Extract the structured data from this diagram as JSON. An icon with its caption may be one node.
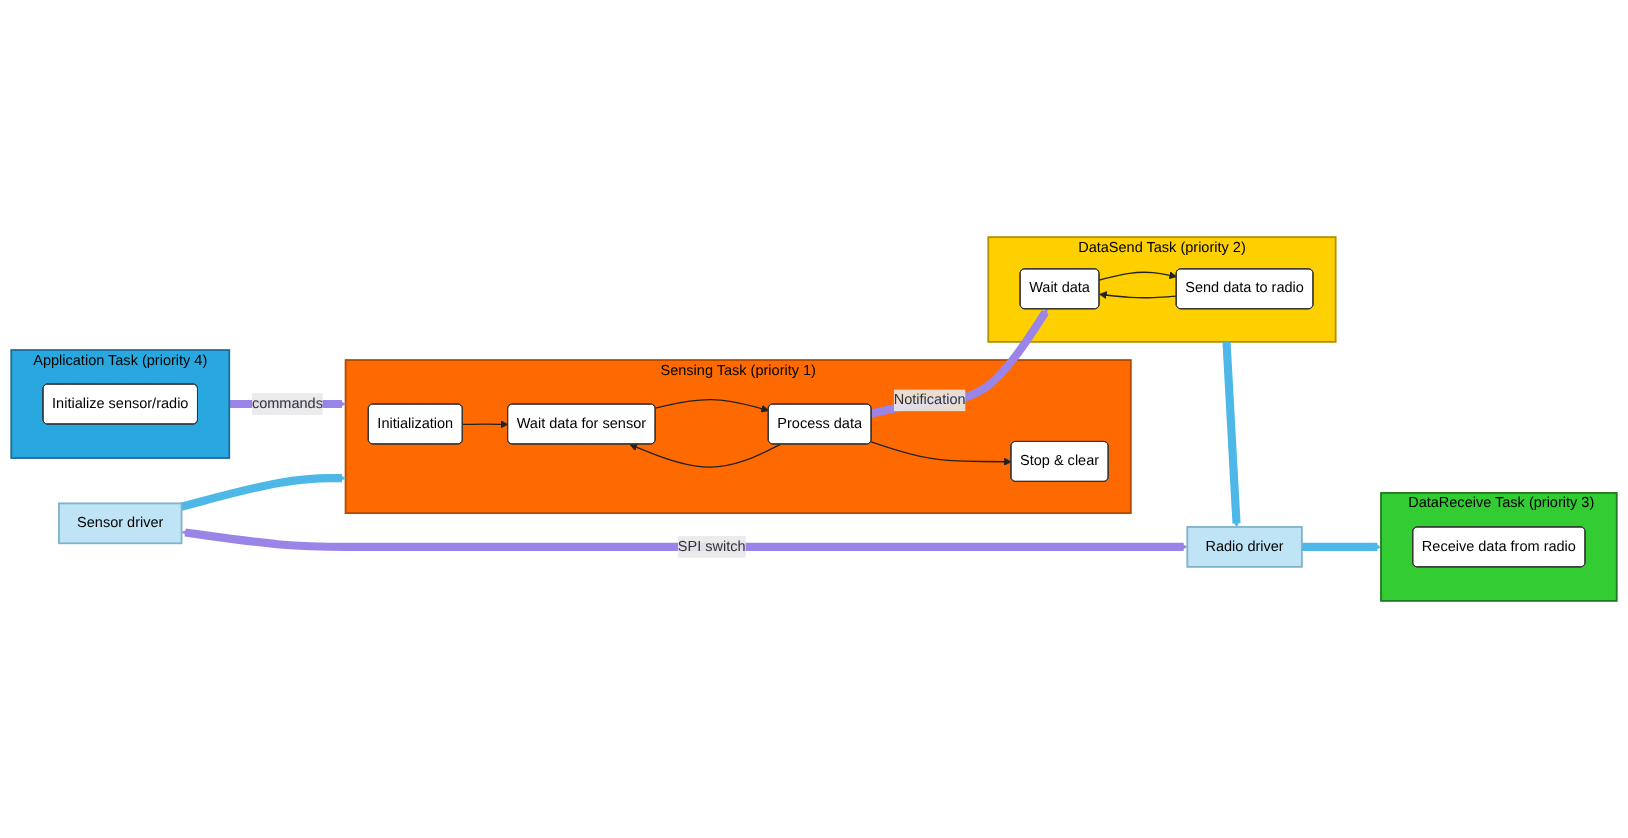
{
  "diagram": {
    "nodes": [
      {
        "text": [
          "Application Task (priority 4)"
        ]
      },
      {
        "text": [
          "Initialize sensor/radio"
        ],
        "in": 0
      },
      {
        "text": [
          "Sensing Task (priority 1)"
        ]
      },
      {
        "text": [
          "Initialization"
        ],
        "in": 2
      },
      {
        "text": [
          "Wait data for sensor"
        ],
        "in": 2
      },
      {
        "text": [
          "Process data"
        ],
        "in": 2
      },
      {
        "text": [
          "Stop & clear"
        ],
        "in": 2
      },
      {
        "text": [
          "DataSend Task (priority 2)"
        ]
      },
      {
        "text": [
          "Wait data"
        ],
        "in": 7
      },
      {
        "text": [
          "Send data to radio"
        ],
        "in": 7
      },
      {
        "text": [
          "DataReceive Task (priority 3)"
        ]
      },
      {
        "text": [
          "Receive data from radio"
        ],
        "in": 10
      },
      {
        "text": [
          "Sensor driver"
        ]
      },
      {
        "text": [
          "Radio driver"
        ]
      }
    ],
    "edges": [
      {
        "from": 0,
        "to": 2,
        "arrow": "to",
        "label": "commands",
        "style": "thick",
        "color": "#9b84e8"
      },
      {
        "from": 3,
        "to": 4,
        "arrow": "to"
      },
      {
        "from": 4,
        "to": 5,
        "arrow": "to"
      },
      {
        "from": 5,
        "to": 6,
        "arrow": "to"
      },
      {
        "from": 5,
        "to": 4,
        "arrow": "to"
      },
      {
        "from": 5,
        "to": 8,
        "arrow": "to",
        "label": "Notification",
        "style": "thick",
        "color": "#9b84e8"
      },
      {
        "from": 8,
        "to": 9,
        "arrow": "to"
      },
      {
        "from": 9,
        "to": 8,
        "arrow": "to"
      },
      {
        "from": 7,
        "to": 13,
        "arrow": "to",
        "style": "thick",
        "color": "#4db8e8"
      },
      {
        "from": 12,
        "to": 2,
        "arrow": "to",
        "style": "thick",
        "color": "#4db8e8"
      },
      {
        "from": 13,
        "to": 10,
        "arrow": "to",
        "style": "thick",
        "color": "#4db8e8"
      },
      {
        "from": 12,
        "to": 13,
        "arrow": "both",
        "label": "SPI switch",
        "style": "thick",
        "color": "#9b84e8"
      }
    ]
  }
}
